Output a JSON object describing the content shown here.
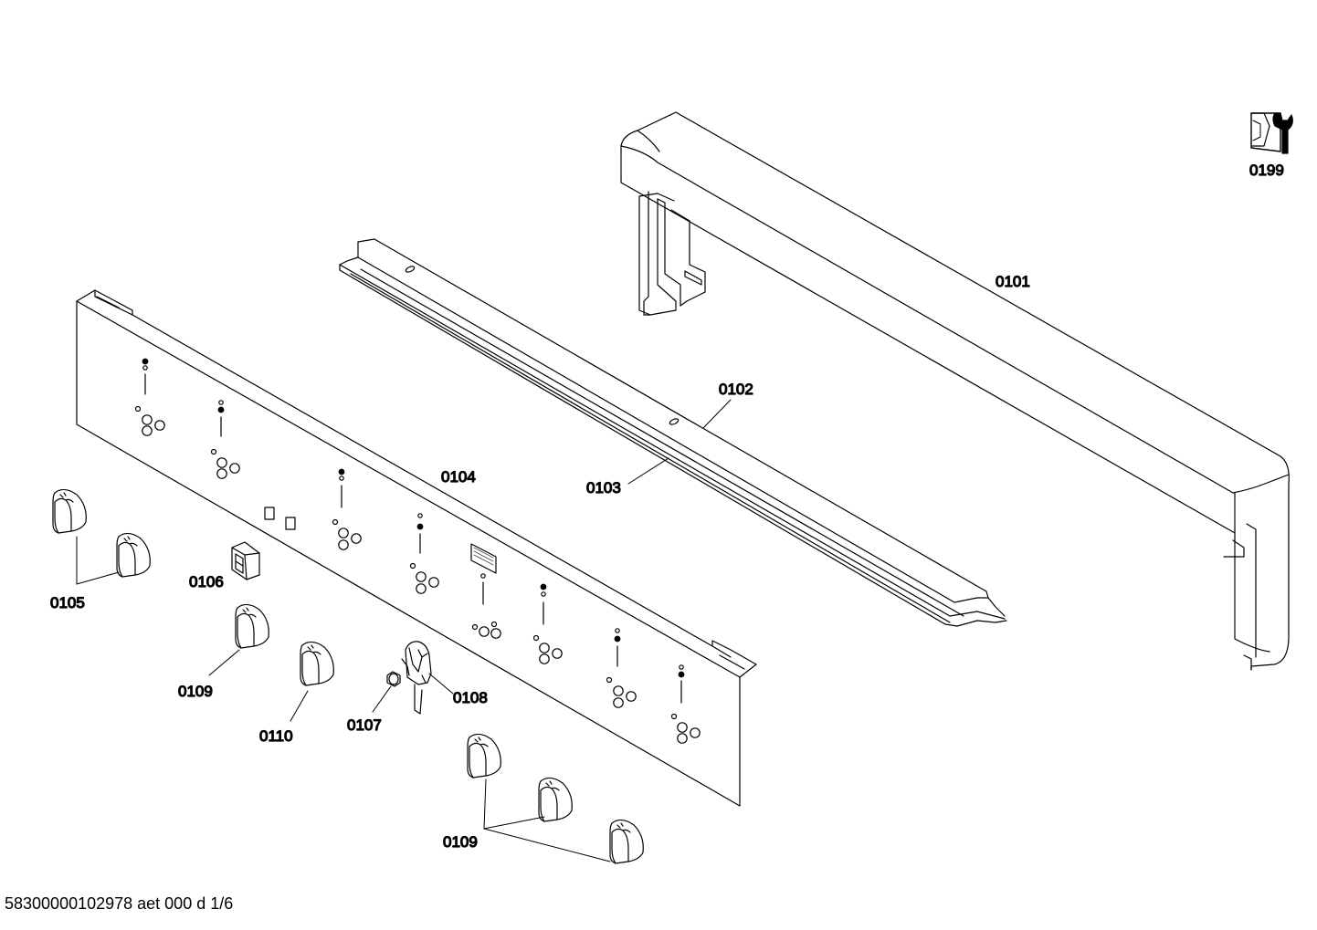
{
  "labels": {
    "p0101": "0101",
    "p0102": "0102",
    "p0103": "0103",
    "p0104": "0104",
    "p0105": "0105",
    "p0106": "0106",
    "p0107": "0107",
    "p0108": "0108",
    "p0109a": "0109",
    "p0109b": "0109",
    "p0110": "0110",
    "p0199": "0199"
  },
  "footer": {
    "code": "58300000102978 aet 000 d 1/6"
  },
  "icons": {
    "tool": "wrench-nut-icon"
  }
}
